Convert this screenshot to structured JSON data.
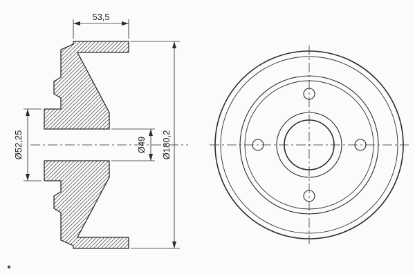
{
  "colors": {
    "background": "#fbfbfb",
    "line": "#2b2b2b"
  },
  "section_view": {
    "dimensions": {
      "depth": "53,5",
      "hub_diameter": "Ø52,25",
      "bore_diameter": "Ø49",
      "outer_diameter": "Ø180,2"
    }
  }
}
